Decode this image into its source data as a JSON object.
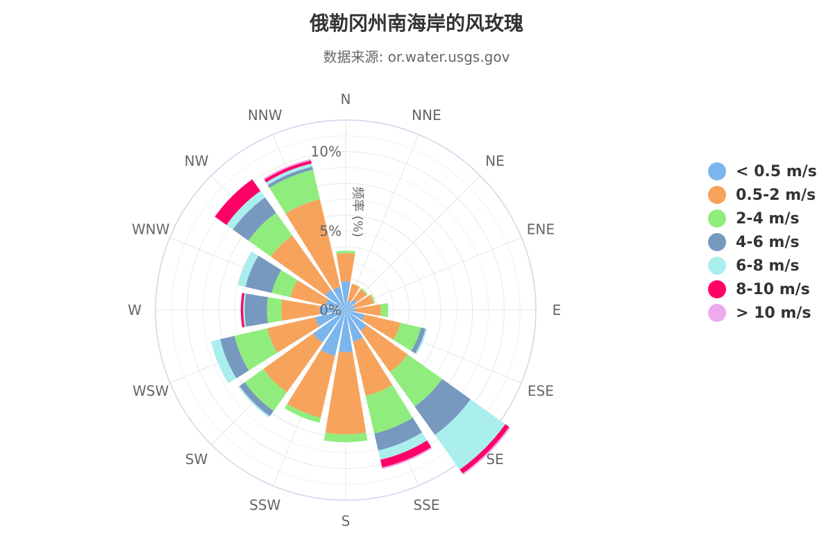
{
  "chart_data": {
    "type": "barpolar",
    "title": "俄勒冈州南海岸的风玫瑰",
    "subtitle": "数据来源: or.water.usgs.gov",
    "radial_axis_title": "频率 (%)",
    "radial_range": [
      0,
      12
    ],
    "radial_ticks": [
      {
        "value": 0,
        "label": "0%"
      },
      {
        "value": 5,
        "label": "5%"
      },
      {
        "value": 10,
        "label": "10%"
      }
    ],
    "directions": [
      "N",
      "NNE",
      "NE",
      "ENE",
      "E",
      "ESE",
      "SE",
      "SSE",
      "S",
      "SSW",
      "SW",
      "WSW",
      "W",
      "WNW",
      "NW",
      "NNW"
    ],
    "series": [
      {
        "name": "< 0.5 m/s",
        "color": "#7cb5ec",
        "values": [
          1.81,
          0.62,
          0.82,
          0.59,
          0.62,
          1.22,
          1.61,
          2.04,
          2.66,
          2.96,
          2.53,
          1.97,
          1.64,
          1.32,
          1.58,
          1.51
        ]
      },
      {
        "name": "0.5-2 m/s",
        "color": "#f7a35c",
        "values": [
          1.78,
          1.09,
          0.82,
          1.22,
          1.61,
          2.33,
          3.2,
          3.52,
          5.18,
          4.01,
          3.86,
          3.11,
          2.43,
          2.26,
          4.22,
          5.67
        ]
      },
      {
        "name": "2-4 m/s",
        "color": "#90ed7d",
        "values": [
          0.16,
          0.0,
          0.07,
          0.1,
          0.46,
          1.32,
          2.67,
          2.44,
          0.5,
          0.33,
          1.44,
          2.12,
          0.9,
          1.21,
          1.75,
          1.92
        ]
      },
      {
        "name": "4-6 m/s",
        "color": "#7798bf",
        "values": [
          0,
          0,
          0,
          0,
          0,
          0.3,
          2.2,
          1.1,
          0,
          0,
          0.4,
          0.93,
          1.4,
          1.7,
          1.2,
          0.2
        ]
      },
      {
        "name": "6-8 m/s",
        "color": "#aaeeee",
        "values": [
          0,
          0,
          0,
          0,
          0,
          0.1,
          2.7,
          0.6,
          0,
          0,
          0.1,
          0.6,
          0.1,
          0.5,
          0.5,
          0.2
        ]
      },
      {
        "name": "8-10 m/s",
        "color": "#ff0066",
        "values": [
          0,
          0,
          0,
          0,
          0,
          0,
          0.3,
          0.5,
          0,
          0,
          0,
          0,
          0.15,
          0,
          0.9,
          0.2
        ]
      },
      {
        "name": "> 10 m/s",
        "color": "#eeaaee",
        "values": [
          0,
          0,
          0,
          0,
          0,
          0,
          0.1,
          0.1,
          0,
          0,
          0,
          0,
          0,
          0,
          0,
          0.1
        ]
      }
    ]
  }
}
